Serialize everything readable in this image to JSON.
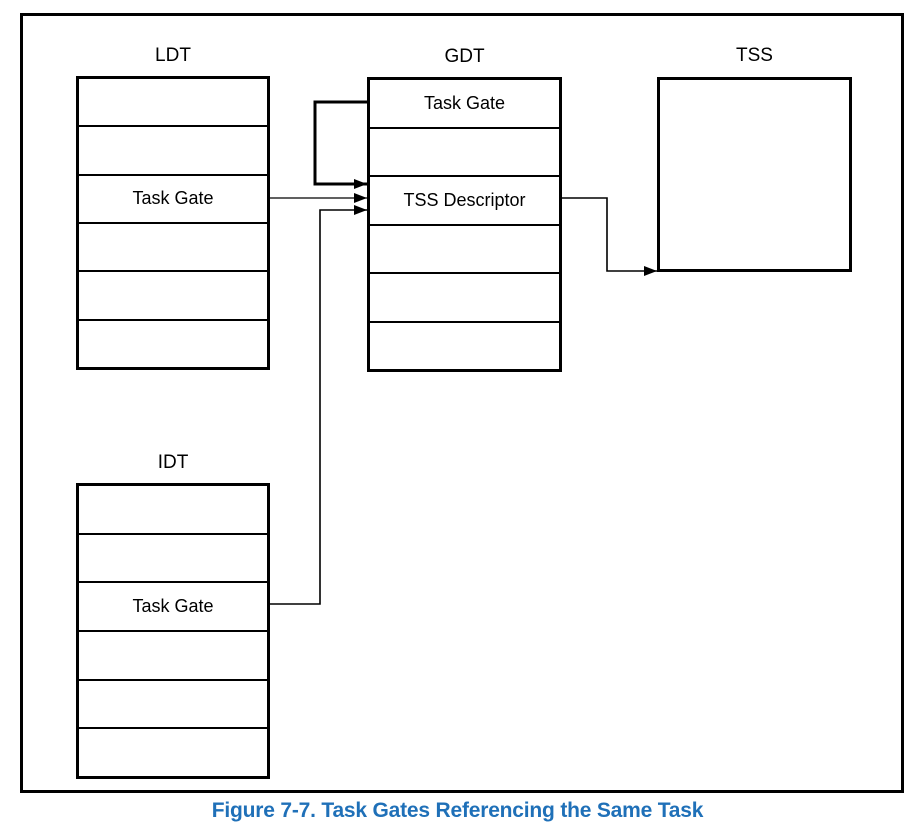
{
  "caption": "Figure 7-7.  Task Gates Referencing the Same Task",
  "colors": {
    "line": "#000000",
    "background": "#ffffff",
    "caption_text": "#1f70b8"
  },
  "tables": {
    "ldt": {
      "title": "LDT",
      "rows": [
        "",
        "",
        "Task Gate",
        "",
        "",
        ""
      ]
    },
    "gdt": {
      "title": "GDT",
      "rows": [
        "Task Gate",
        "",
        "TSS Descriptor",
        "",
        "",
        ""
      ]
    },
    "idt": {
      "title": "IDT",
      "rows": [
        "",
        "",
        "Task Gate",
        "",
        "",
        ""
      ]
    },
    "tss": {
      "title": "TSS"
    }
  },
  "connectors": [
    {
      "from": "GDT Task Gate",
      "to": "GDT TSS Descriptor"
    },
    {
      "from": "LDT Task Gate",
      "to": "GDT TSS Descriptor"
    },
    {
      "from": "IDT Task Gate",
      "to": "GDT TSS Descriptor"
    },
    {
      "from": "GDT TSS Descriptor",
      "to": "TSS"
    }
  ]
}
